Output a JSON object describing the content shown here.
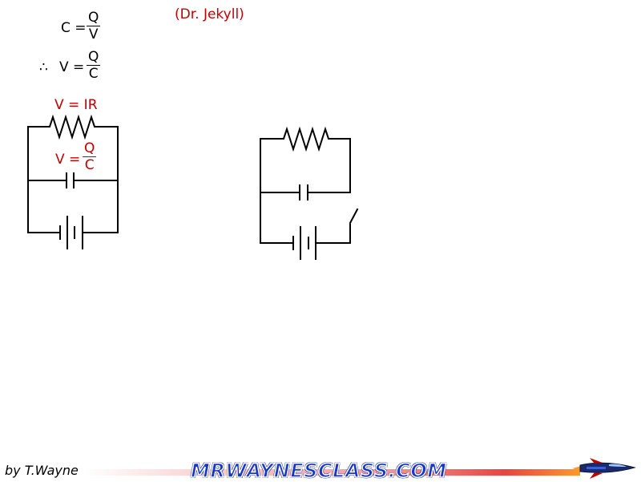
{
  "equations": {
    "capacitance": {
      "lhs": "C =",
      "num": "Q",
      "den": "V"
    },
    "therefore": {
      "symbol": "∴",
      "lhs": "V =",
      "num": "Q",
      "den": "C"
    }
  },
  "title_note": "(Dr. Jekyll)",
  "circuit_left": {
    "resistor_label": "V = IR",
    "capacitor_label": {
      "lhs": "V =",
      "num": "Q",
      "den": "C"
    }
  },
  "footer": {
    "author": "by T.Wayne",
    "brand": "MRWAYNESCLASS.COM"
  },
  "colors": {
    "annotation": "#c00000",
    "wire": "#000000",
    "brand": "#1836c8"
  }
}
